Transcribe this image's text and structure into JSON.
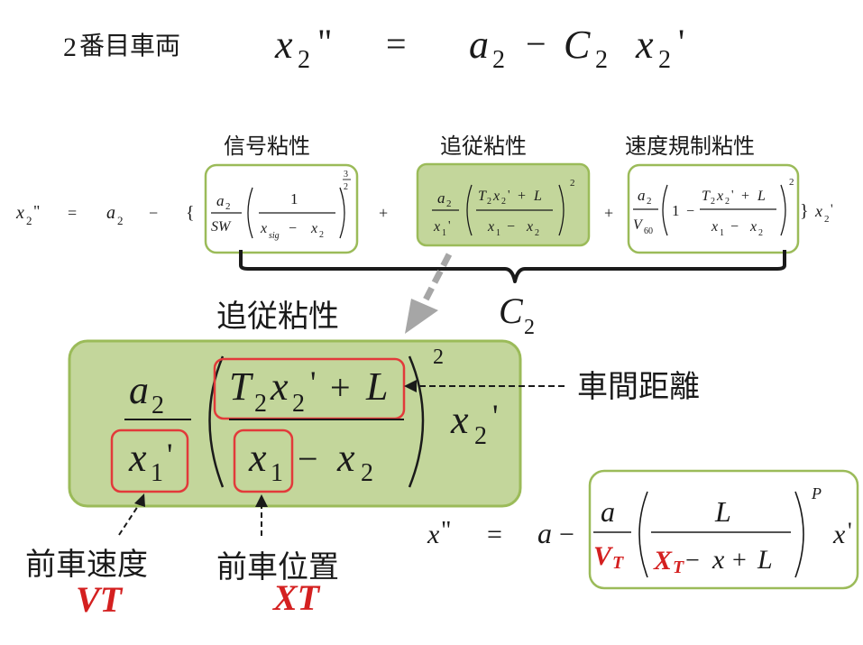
{
  "title": {
    "prefix_num": "2",
    "prefix_text": "番目車両",
    "eq": "=",
    "minus": "−",
    "x": "x",
    "sub2": "2",
    "dprime": "\"",
    "prime": "'",
    "a": "a",
    "C": "C"
  },
  "labels": {
    "signal": "信号粘性",
    "follow": "追従粘性",
    "speed_limit": "速度規制粘性",
    "follow_big": "追従粘性",
    "gap": "車間距離",
    "front_speed": "前車速度",
    "front_pos": "前車位置",
    "VT": "VT",
    "XT": "XT"
  },
  "eq2": {
    "x": "x",
    "a": "a",
    "sub1": "1",
    "sub2": "2",
    "dprime": "\"",
    "prime": "'",
    "eq": "=",
    "minus": "−",
    "plus": "+",
    "lbrace": "{",
    "rbrace": "}",
    "one": "1",
    "SW": "SW",
    "sig": "sig",
    "T": "T",
    "L": "L",
    "V": "V",
    "sixty": "60",
    "three": "3",
    "two": "2",
    "C": "C"
  },
  "big": {
    "a": "a",
    "sub1": "1",
    "sub2": "2",
    "T": "T",
    "x": "x",
    "prime": "'",
    "plus": "+",
    "minus": "−",
    "L": "L",
    "sq": "2"
  },
  "eq3": {
    "x": "x",
    "dprime": "\"",
    "prime": "'",
    "eq": "=",
    "a": "a",
    "minus": "−",
    "plus": "+",
    "L": "L",
    "P": "P",
    "V": "V",
    "X": "X",
    "T": "T"
  },
  "colors": {
    "green_fill": "#c3d69b",
    "green_border": "#9bbb59",
    "red": "#e23a3a",
    "gray_arrow": "#a6a6a6"
  }
}
